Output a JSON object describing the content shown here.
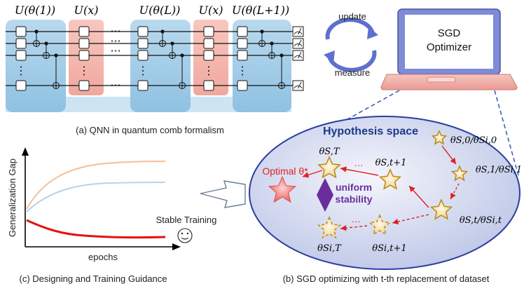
{
  "circuit": {
    "unit_labels": [
      "U(θ(1))",
      "U(x)",
      "U(θ(L))",
      "U(x)",
      "U(θ(L+1))"
    ],
    "ellipsis": "⋯",
    "vdots": "⋮",
    "caption": "(a) QNN in quantum comb formalism"
  },
  "optimizer": {
    "screen_text_line1": "SGD",
    "screen_text_line2": "Optimizer",
    "update_label": "update",
    "measure_label": "measure"
  },
  "hypothesis": {
    "title": "Hypothesis space",
    "optimal_label": "Optimal θ*",
    "theta_ST": "θS,T",
    "theta_St1": "θS,t+1",
    "theta_SiT": "θSi,T",
    "theta_Sit1": "θSi,t+1",
    "theta_0": "θS,0/θSi,0",
    "theta_1": "θS,1/θSi,1",
    "theta_t": "θS,t/θSi,t",
    "uniform_line1": "uniform",
    "uniform_line2": "stability",
    "dots": "···",
    "caption": "(b) SGD optimizing with t-th replacement of dataset"
  },
  "plot": {
    "ylabel": "Generalization Gap",
    "xlabel": "epochs",
    "stable_label": "Stable Training",
    "caption": "(c) Designing and Training Guidance"
  },
  "colors": {
    "blue_block": "#a9cfe6",
    "red_block": "#f3b9b1",
    "ellipse": "#cbd3ec",
    "title_blue": "#1c3a8c",
    "optimal_red": "#e02020",
    "stability_purple": "#6a2e9c",
    "curve_orange": "#f3c09a",
    "curve_blue": "#b6d3ea",
    "curve_red": "#e31313"
  }
}
